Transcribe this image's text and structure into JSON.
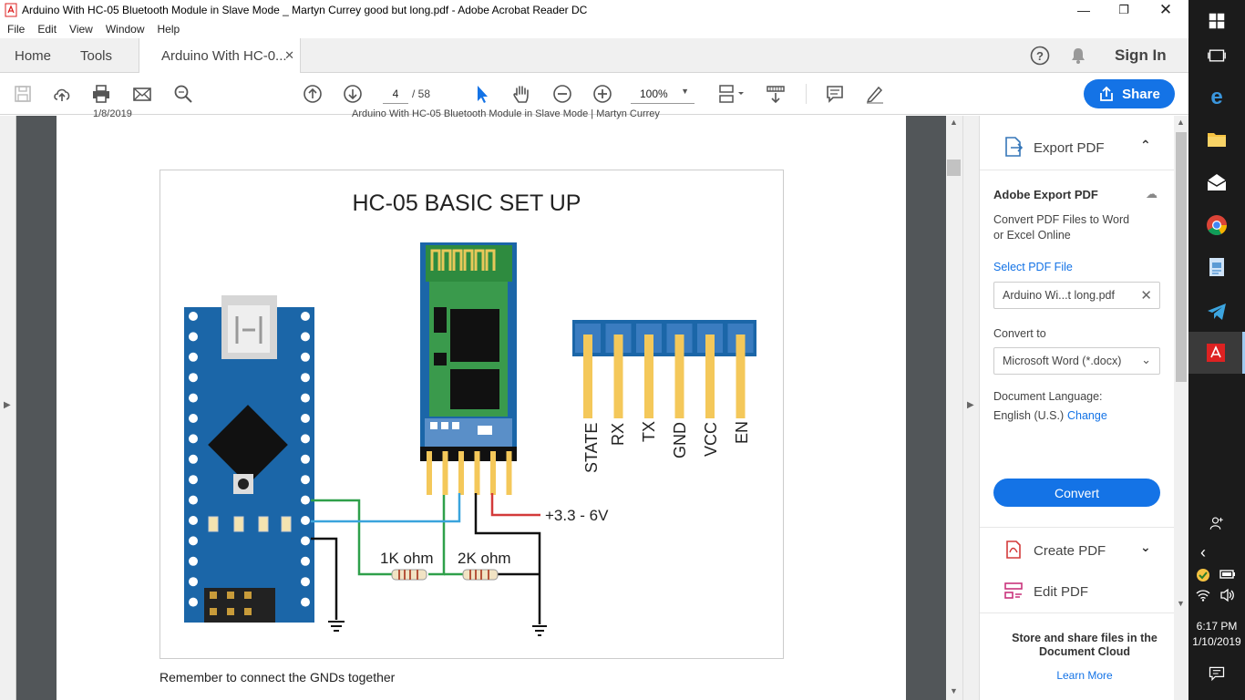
{
  "window": {
    "title": "Arduino With HC-05 Bluetooth Module in Slave Mode _ Martyn Currey good but long.pdf - Adobe Acrobat Reader DC"
  },
  "menu": [
    "File",
    "Edit",
    "View",
    "Window",
    "Help"
  ],
  "tabs": {
    "home": "Home",
    "tools": "Tools",
    "document": "Arduino With HC-0...",
    "signin": "Sign In"
  },
  "toolbar": {
    "page_current": "4",
    "page_total": "/ 58",
    "zoom": "100%",
    "share_label": "Share"
  },
  "document": {
    "header_left": "1/8/2019",
    "header_center": "Arduino With HC-05 Bluetooth Module in Slave Mode | Martyn Currey",
    "caption": "Remember to connect the GNDs together",
    "figure": {
      "title": "HC-05 BASIC SET UP",
      "pins": [
        "STATE",
        "RX",
        "TX",
        "GND",
        "VCC",
        "EN"
      ],
      "power_label": "+3.3 - 6V",
      "resistor1": "1K ohm",
      "resistor2": "2K ohm"
    }
  },
  "right_pane": {
    "export_title": "Export PDF",
    "adobe_export": "Adobe Export PDF",
    "desc": "Convert PDF Files to Word or Excel Online",
    "select_file": "Select PDF File",
    "file_name": "Arduino Wi...t long.pdf",
    "convert_to": "Convert to",
    "format": "Microsoft Word (*.docx)",
    "doc_lang_label": "Document Language:",
    "doc_lang_value": "English (U.S.)",
    "change": "Change",
    "convert_button": "Convert",
    "create_pdf": "Create PDF",
    "edit_pdf": "Edit PDF",
    "store_text": "Store and share files in the Document Cloud",
    "learn_more": "Learn More"
  },
  "clock": {
    "time": "6:17 PM",
    "date": "1/10/2019"
  },
  "colors": {
    "accent": "#1473e6",
    "board_blue": "#1b66a8",
    "pin_yellow": "#f4c85a",
    "wire_green": "#2fa04a",
    "wire_blue": "#3aa4dc",
    "wire_red": "#d33a3a"
  }
}
